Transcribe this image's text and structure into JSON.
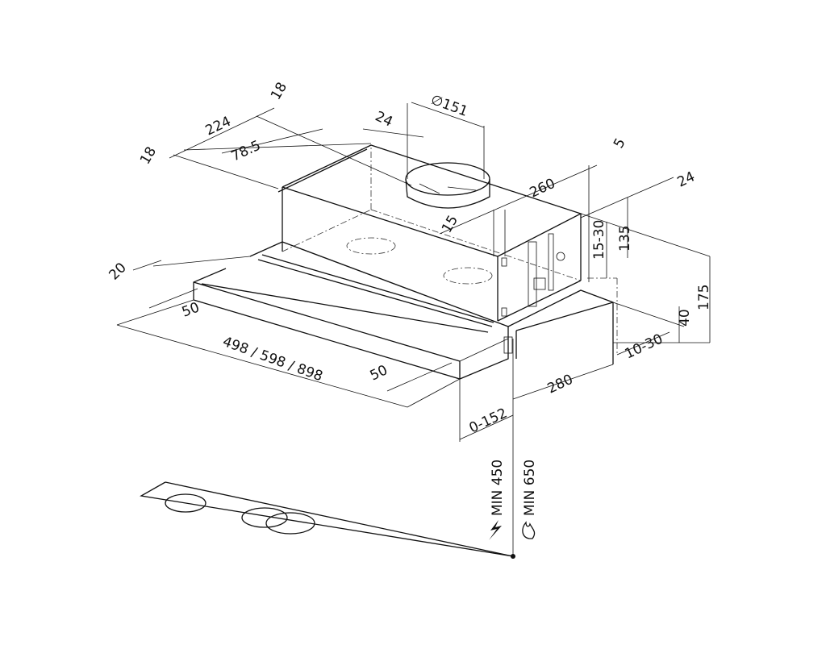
{
  "dimensions": {
    "top_left_18": "18",
    "width_224": "224",
    "side_18": "18",
    "offset_24": "24",
    "duct_diameter": "∅151",
    "depth_78_5": "78.5",
    "gap_5": "5",
    "depth_260": "260",
    "right_24": "24",
    "offset_15": "15",
    "range_15_30": "15-30",
    "height_135": "135",
    "height_175": "175",
    "height_40": "40",
    "range_10_30": "10-30",
    "depth_280": "280",
    "range_0_152": "0-152",
    "visor_20": "20",
    "visor_50_left": "50",
    "widths": "498 / 598 / 898",
    "visor_50_right": "50",
    "min_electric": "MIN 450",
    "min_gas": "MIN 650"
  },
  "icons": {
    "electric": "lightning-icon",
    "gas": "flame-icon"
  },
  "colors": {
    "line": "#111111",
    "background": "#ffffff"
  }
}
